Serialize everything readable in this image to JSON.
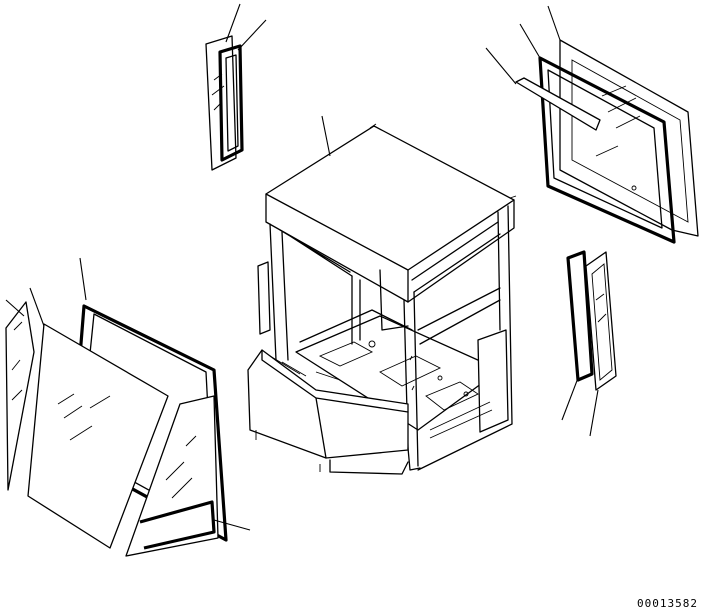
{
  "figure": {
    "reference_code": "00013582",
    "components": [
      "top-left-small-window-glass",
      "top-left-small-window-seal",
      "top-right-door-window-glass",
      "top-right-door-window-seal",
      "top-right-trim-strip",
      "cab-body",
      "right-narrow-window-glass",
      "right-narrow-window-seal",
      "front-windshield-glass",
      "front-windshield-seal",
      "front-outer-pane",
      "front-lower-corner-glass"
    ]
  }
}
